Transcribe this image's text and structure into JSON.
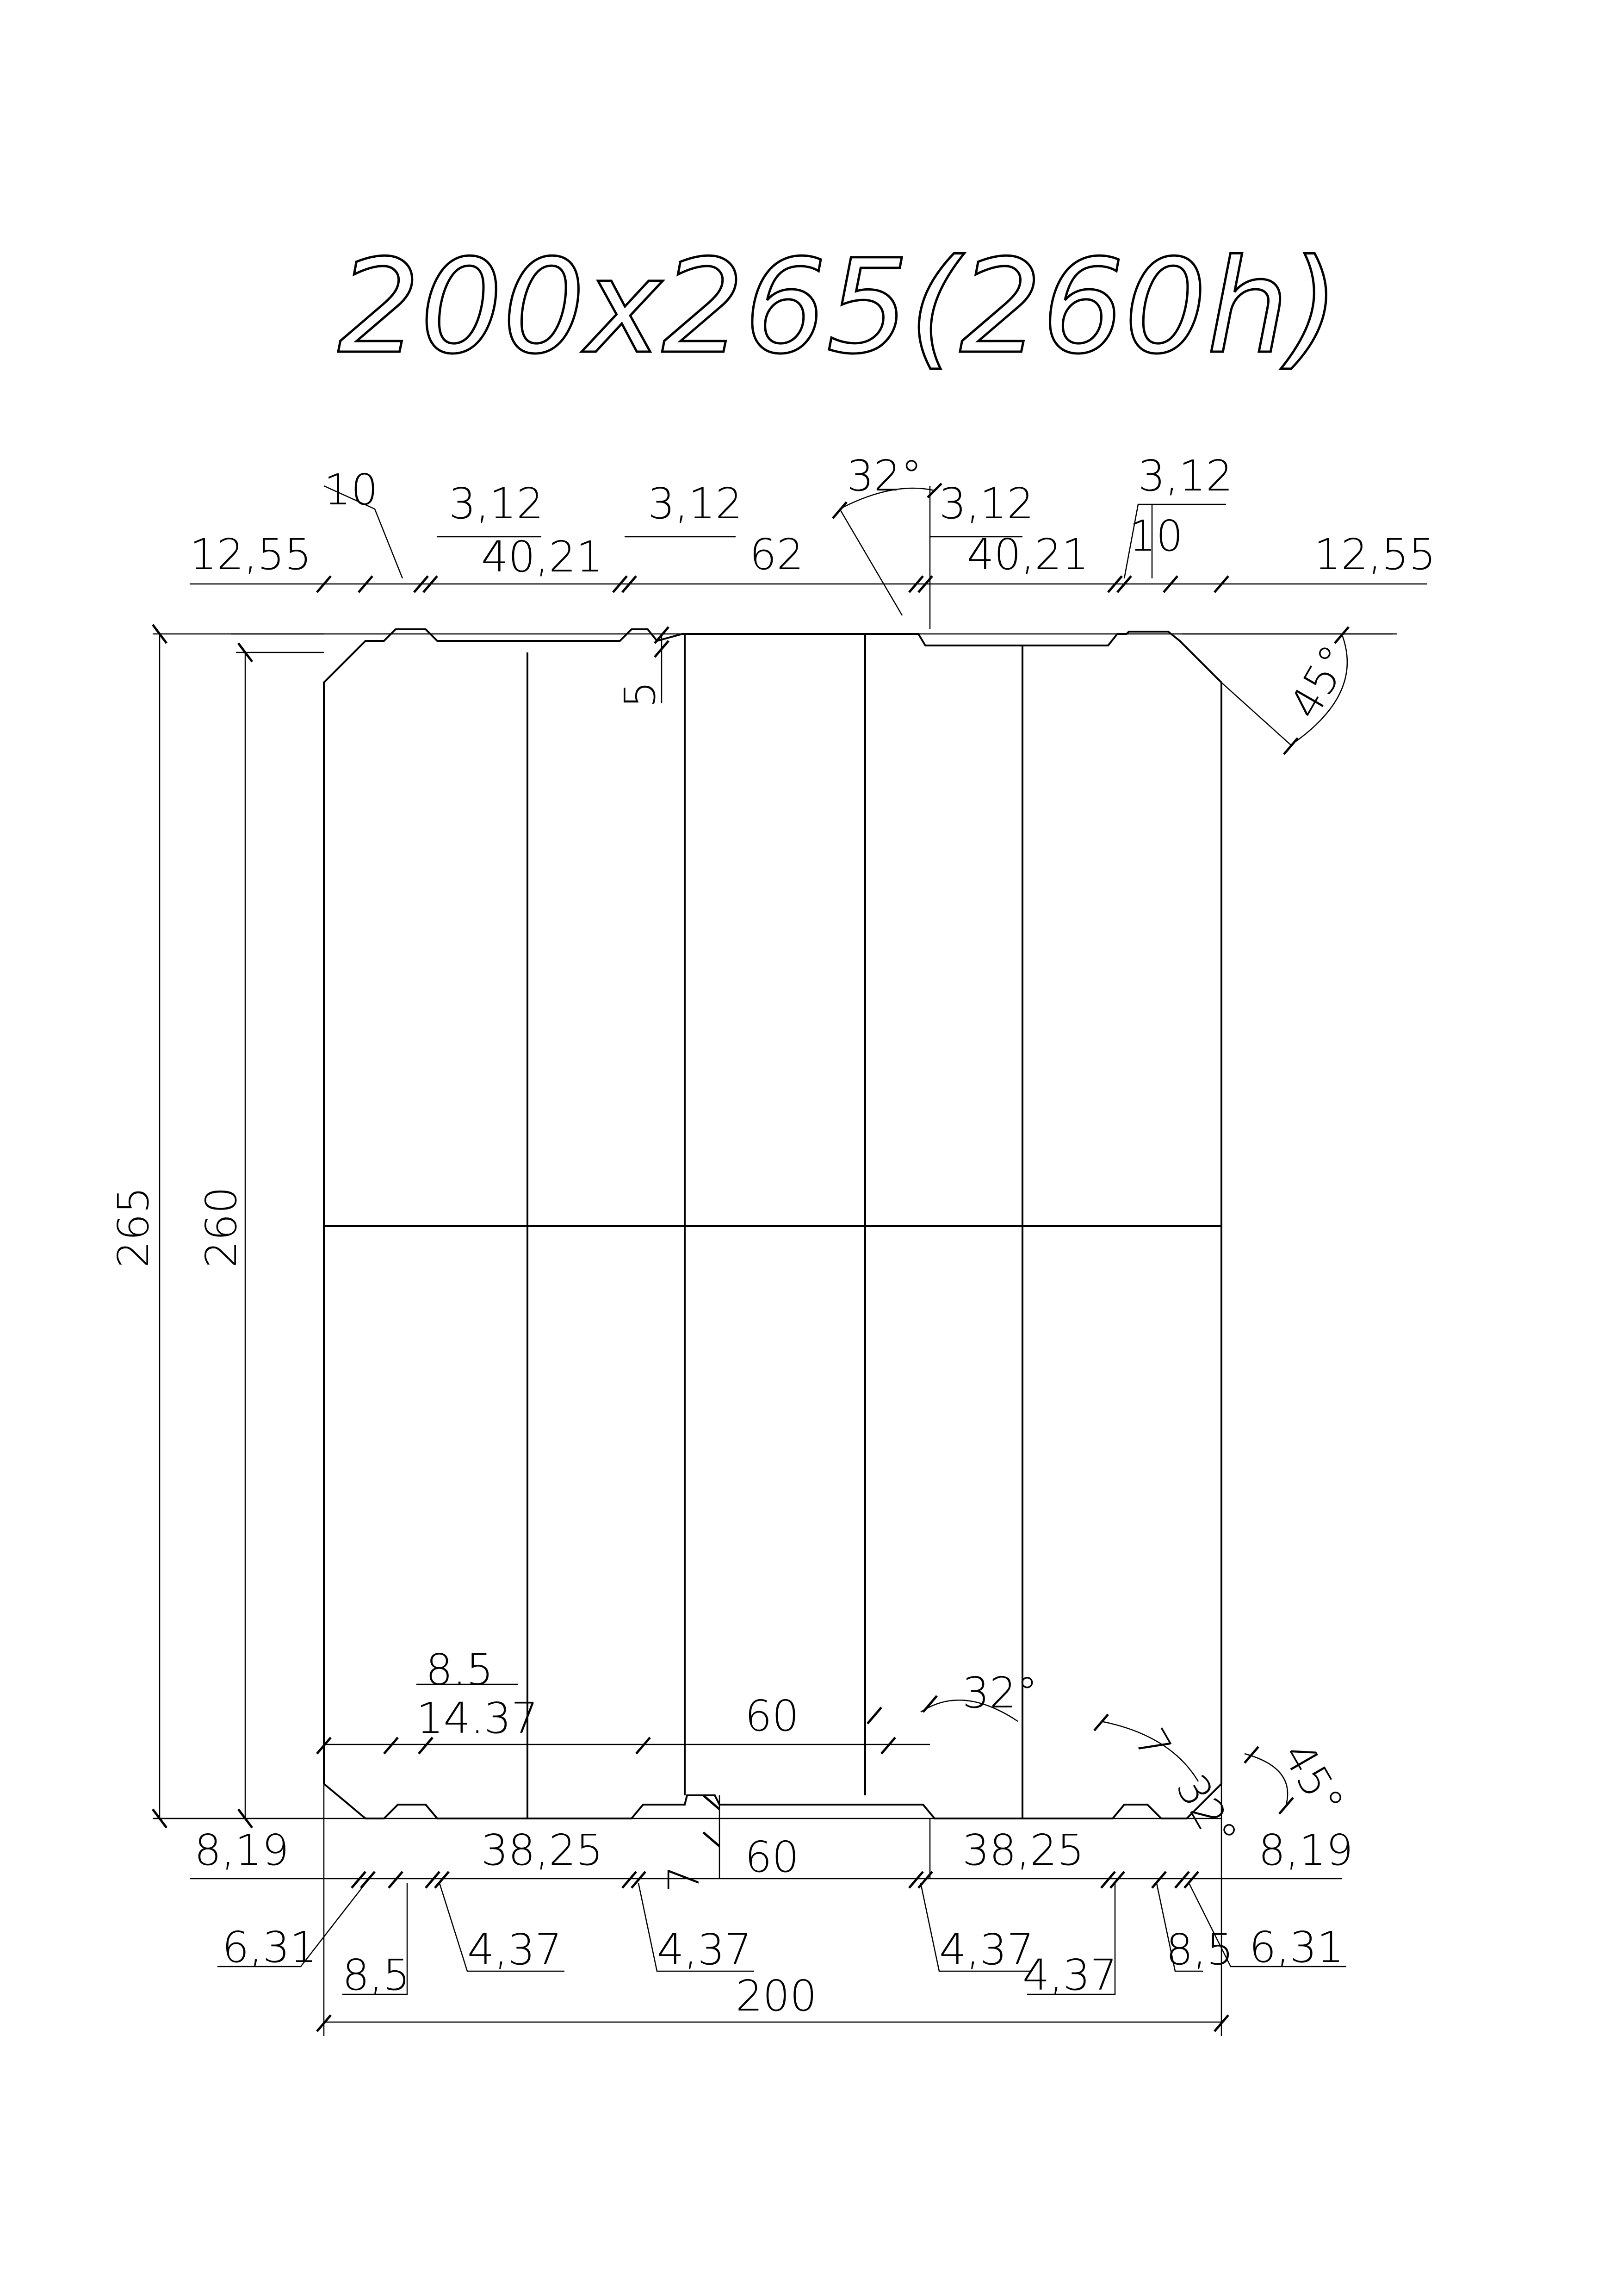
{
  "title": "200x265(260h)",
  "top_dims": {
    "d10_left": "10",
    "d312_a": "3,12",
    "d312_b": "3,12",
    "d4021_left": "40,21",
    "d1255_left": "12,55",
    "d62": "62",
    "angle32_top": "32°",
    "d312_c": "3,12",
    "d4021_right": "40,21",
    "d312_d": "3,12",
    "d10_right": "10",
    "d1255_right": "12,55",
    "d5": "5",
    "angle45_top": "45°"
  },
  "side_dims": {
    "h265": "265",
    "h260": "260"
  },
  "bottom_dims": {
    "d85_top": "8.5",
    "d1437": "14.37",
    "d60_upper": "60",
    "angle32_mid": "32°",
    "angle32_right": "32°",
    "angle45_right": "45°",
    "d7_right": "7",
    "d819_left": "8,19",
    "d3825_left": "38,25",
    "d7_mid": "7",
    "d60_lower": "60",
    "d3825_right": "38,25",
    "d819_right": "8,19",
    "d631_left": "6,31",
    "d85_left": "8,5",
    "d437_a": "4,37",
    "d437_b": "4,37",
    "d437_c": "4,37",
    "d437_d": "4,37",
    "d85_right": "8,5",
    "d631_right": "6,31",
    "d200": "200"
  }
}
